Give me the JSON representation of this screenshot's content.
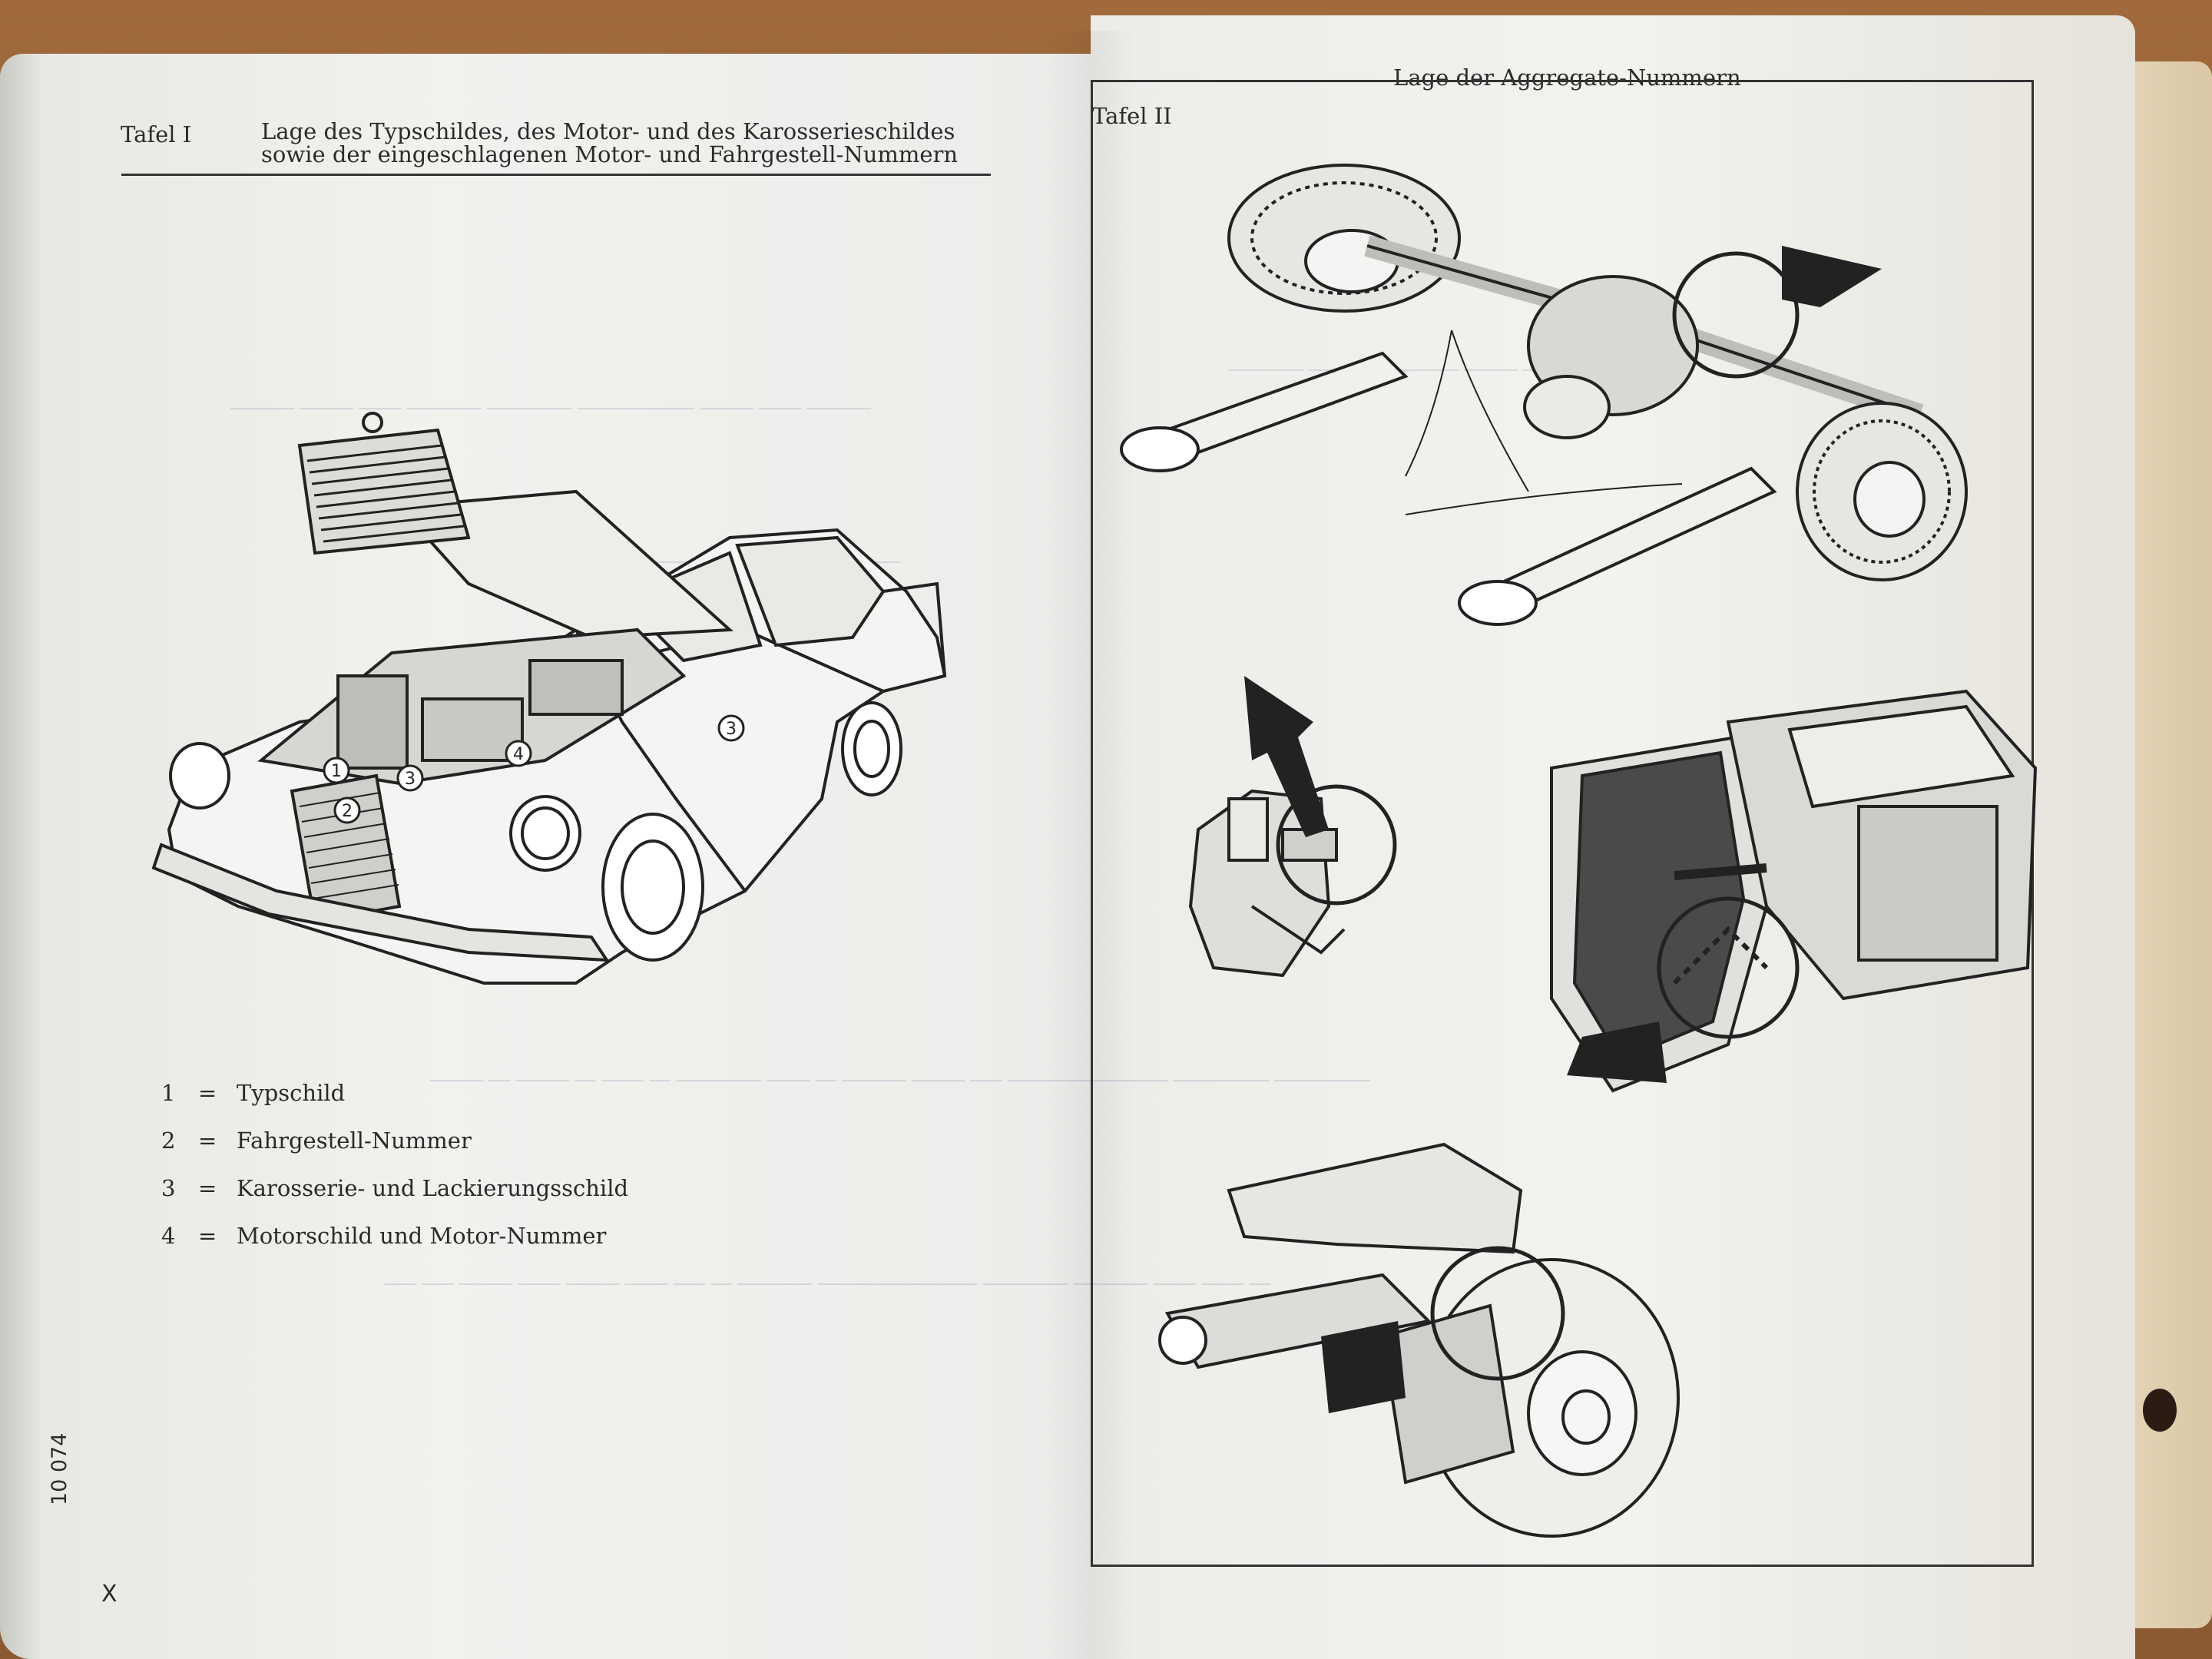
{
  "left_page": {
    "plate_label": "Tafel I",
    "title_line1": "Lage des Typschildes, des Motor- und des Karosserieschildes",
    "title_line2": "sowie der eingeschlagenen Motor- und Fahrgestell-Nummern",
    "callouts": [
      "1",
      "2",
      "3",
      "3",
      "4"
    ],
    "legend": [
      {
        "num": "1",
        "eq": "=",
        "text": "Typschild"
      },
      {
        "num": "2",
        "eq": "=",
        "text": "Fahrgestell-Nummer"
      },
      {
        "num": "3",
        "eq": "=",
        "text": "Karosserie- und Lackierungsschild"
      },
      {
        "num": "4",
        "eq": "=",
        "text": "Motorschild und Motor-Nummer"
      }
    ],
    "side_number": "10 074",
    "page_letter": "X"
  },
  "right_page": {
    "plate_label": "Tafel II",
    "title": "Lage der Aggregate-Nummern"
  }
}
